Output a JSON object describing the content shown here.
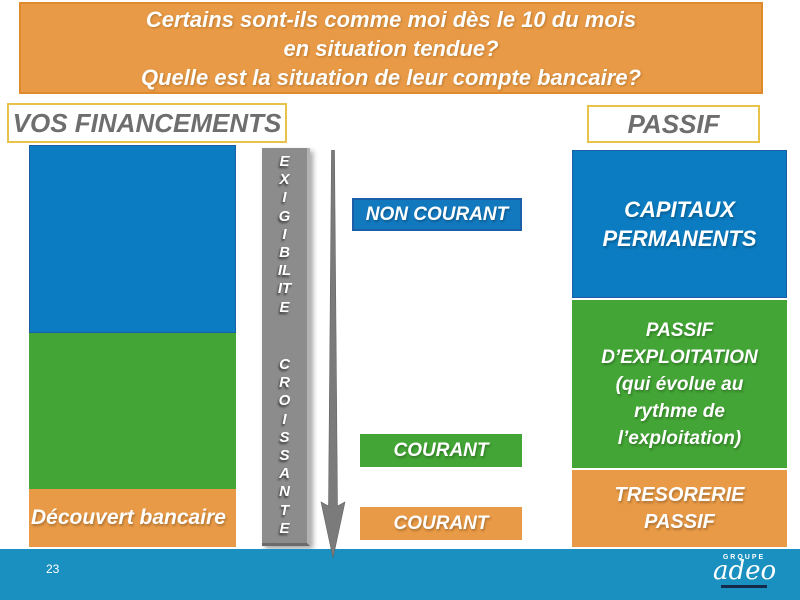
{
  "slide": {
    "banner": {
      "line1": "Certains sont-ils comme moi dès le 10 du mois",
      "line2": "en situation tendue?",
      "line3": "Quelle est la situation de leur compte bancaire?"
    },
    "headers": {
      "financements": "VOS FINANCEMENTS",
      "passif": "PASSIF"
    },
    "left_column": {
      "decouvert_label": "Découvert bancaire"
    },
    "exigibilite_bar": {
      "word1": "EXIGIBILITE",
      "word2": "CROISSANTE"
    },
    "category_labels": {
      "non_courant": "NON COURANT",
      "courant_green": "COURANT",
      "courant_orange": "COURANT"
    },
    "passif_column": {
      "capitaux": {
        "line1": "CAPITAUX",
        "line2": "PERMANENTS"
      },
      "exploitation": {
        "line1": "PASSIF",
        "line2": "D’EXPLOITATION",
        "line3": "(qui évolue au",
        "line4": "rythme de",
        "line5": "l’exploitation)"
      },
      "tresorerie": {
        "line1": "TRESORERIE",
        "line2": "PASSIF"
      }
    },
    "footer": {
      "page_number": "23",
      "logo_groupe": "GROUPE",
      "logo_adeo": "adeo"
    },
    "colors": {
      "orange": "#E89A46",
      "blue": "#0B7CC1",
      "green": "#43A535",
      "gray_bar": "#8C8C8C",
      "footer_blue": "#1A90C0",
      "gold_border": "#E8C24A",
      "header_text": "#6E6E6E"
    }
  }
}
